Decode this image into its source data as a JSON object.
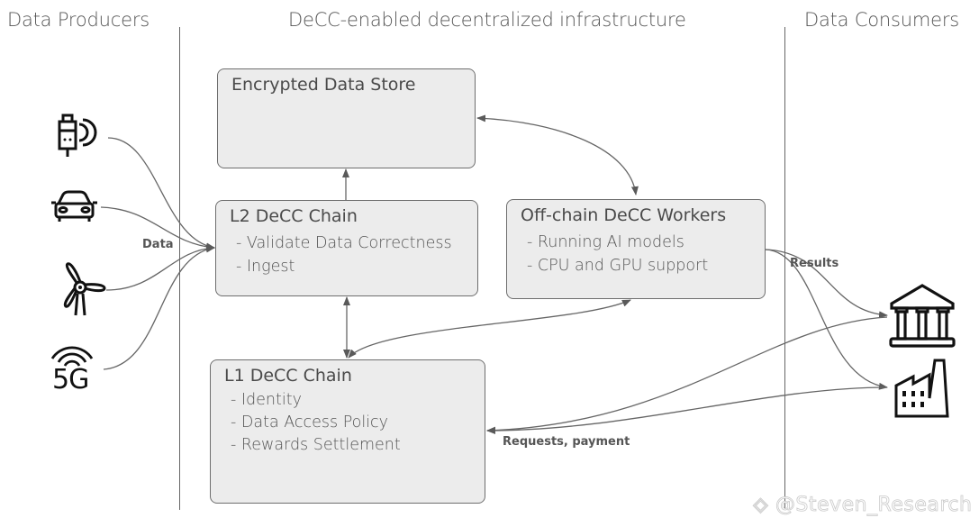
{
  "columns": {
    "producers": "Data Producers",
    "infrastructure": "DeCC-enabled decentralized infrastructure",
    "consumers": "Data Consumers"
  },
  "boxes": {
    "data_store": {
      "title": "Encrypted Data Store",
      "items": []
    },
    "l2_chain": {
      "title": "L2 DeCC Chain",
      "items": [
        "- Validate Data Correctness",
        "- Ingest"
      ]
    },
    "workers": {
      "title": "Off-chain DeCC Workers",
      "items": [
        "- Running AI models",
        "- CPU and GPU support"
      ]
    },
    "l1_chain": {
      "title": "L1 DeCC Chain",
      "items": [
        "- Identity",
        "- Data Access Policy",
        "- Rewards Settlement"
      ]
    }
  },
  "edge_labels": {
    "data": "Data",
    "results": "Results",
    "requests": "Requests, payment"
  },
  "producers": [
    {
      "name": "iot-sensor",
      "icon": "iot-sensor-icon"
    },
    {
      "name": "car",
      "icon": "car-icon"
    },
    {
      "name": "wind-turbine",
      "icon": "wind-turbine-icon"
    },
    {
      "name": "5g",
      "icon": "5g-icon",
      "label": "5G"
    }
  ],
  "consumers": [
    {
      "name": "institution",
      "icon": "bank-icon"
    },
    {
      "name": "factory",
      "icon": "factory-icon"
    }
  ],
  "watermark": "@Steven_Research"
}
